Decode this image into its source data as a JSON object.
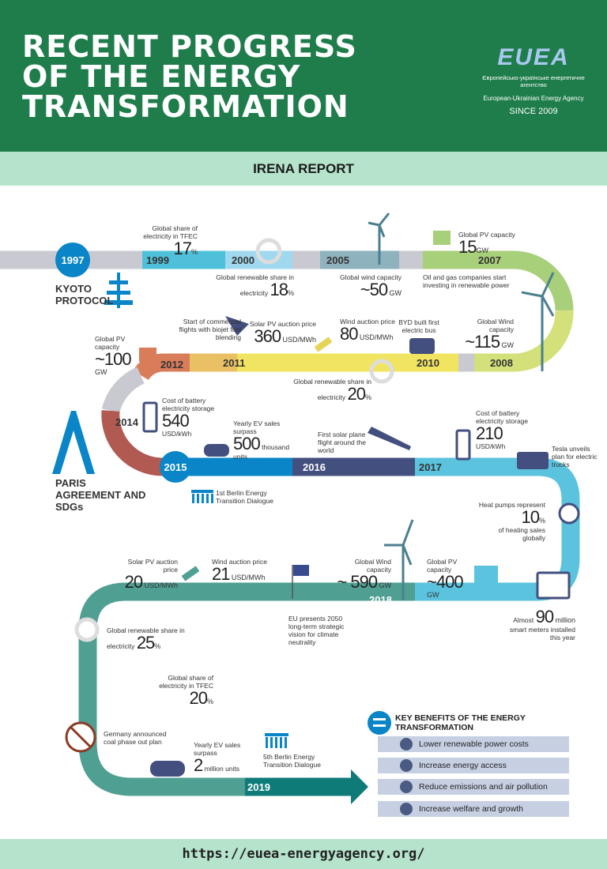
{
  "header": {
    "title_lines": [
      "RECENT PROGRESS",
      "OF THE ENERGY",
      "TRANSFORMATION"
    ],
    "logo": {
      "mark": "EUEA",
      "ukrainian": "Європейсько-українське енергетичне агентство",
      "english": "European-Ukrainian Energy Agency",
      "since": "SINCE 2009"
    }
  },
  "band": "IRENA REPORT",
  "years": [
    "1997",
    "1999",
    "2000",
    "2005",
    "2007",
    "2008",
    "2010",
    "2011",
    "2012",
    "2014",
    "2015",
    "2016",
    "2017",
    "2018",
    "2019"
  ],
  "events": {
    "kyoto": "KYOTO PROTOCOL",
    "tfec1999": {
      "label": "Global share of electricity in TFEC",
      "value": "17",
      "unit": "%"
    },
    "ren2000": {
      "label": "Global renewable share in electricity",
      "value": "18",
      "unit": "%"
    },
    "wind2005": {
      "label": "Global wind capacity",
      "value": "~50",
      "unit": "GW"
    },
    "pv2007": {
      "label": "Global PV capacity",
      "value": "15",
      "unit": "GW"
    },
    "oil2007": "Oil and gas companies start investing in renewable power",
    "wind2008": {
      "label": "Global Wind capacity",
      "value": "~115",
      "unit": "GW"
    },
    "byd2010": "BYD built first electric bus",
    "windauction": {
      "label": "Wind auction price",
      "value": "80",
      "unit": "USD/MWh"
    },
    "solarauction": {
      "label": "Solar PV auction price",
      "value": "360",
      "unit": "USD/MWh"
    },
    "flights": "Start of commercial flights with biojet fuel blending",
    "pv2012": {
      "label": "Global PV capacity",
      "value": "~100",
      "unit": "GW"
    },
    "ren2012": {
      "label": "Global renewable share in electricity",
      "value": "20",
      "unit": "%"
    },
    "battery2014": {
      "label": "Cost of battery electricity storage",
      "value": "540",
      "unit": "USD/kWh"
    },
    "ev2015": {
      "label": "Yearly EV sales surpass",
      "value": "500",
      "unit": "thousand units"
    },
    "solarplane": "First solar plane flight around the world",
    "battery2017": {
      "label": "Cost of battery electricity storage",
      "value": "210",
      "unit": "USD/kWh"
    },
    "tesla": "Tesla unveils plan for electric trucks",
    "paris": "PARIS AGREEMENT AND SDGs",
    "berlin1": "1st Berlin Energy Transition Dialogue",
    "heatpumps": {
      "label": "Heat pumps represent",
      "value": "10",
      "unit": "%",
      "label2": "of heating sales globally"
    },
    "solarauction2018": {
      "label": "Solar PV auction price",
      "value": "20",
      "unit": "USD/MWh"
    },
    "windauction2018": {
      "label": "Wind auction price",
      "value": "21",
      "unit": "USD/MWh"
    },
    "eu2050": "EU presents 2050 long-term strategic vision for climate neutrality",
    "wind2018": {
      "label": "Global Wind capacity",
      "value": "~ 590",
      "unit": "GW"
    },
    "pv2018": {
      "label": "Global PV capacity",
      "value": "~400",
      "unit": "GW"
    },
    "meters": {
      "label": "Almost",
      "value": "90",
      "unit": "million",
      "label2": "smart meters installed this year"
    },
    "ren2019": {
      "label": "Global renewable share in electricity",
      "value": "25",
      "unit": "%"
    },
    "tfec2019": {
      "label": "Global share of electricity in TFEC",
      "value": "20",
      "unit": "%"
    },
    "coal": "Germany announced coal phase out plan",
    "ev2019": {
      "label": "Yearly EV sales surpass",
      "value": "2",
      "unit": "million units"
    },
    "berlin5": "5th Berlin Energy Transition Dialogue"
  },
  "benefits": {
    "title": "KEY BENEFITS OF THE ENERGY TRANSFORMATION",
    "items": [
      "Lower renewable power costs",
      "Increase energy access",
      "Reduce emissions and air pollution",
      "Increase welfare and growth"
    ]
  },
  "footer": "https://euea-energyagency.org/"
}
